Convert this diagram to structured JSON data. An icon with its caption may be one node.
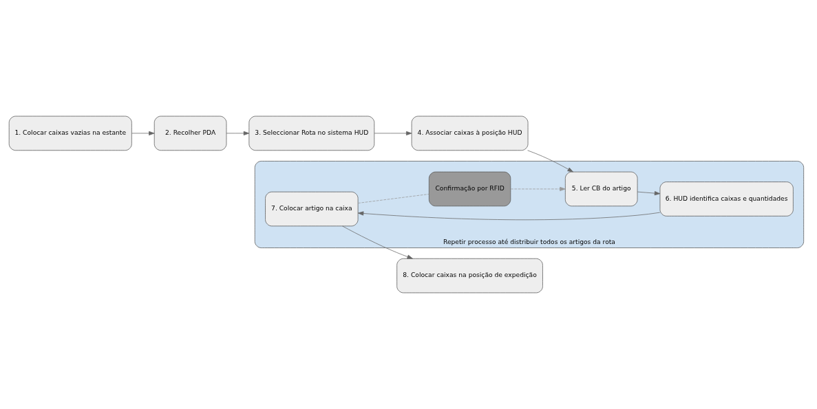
{
  "diagram": {
    "nodes": [
      {
        "text": [
          "1. Colocar caixas vazias na estante"
        ]
      },
      {
        "text": [
          "2. Recolher PDA"
        ]
      },
      {
        "text": [
          "3. Seleccionar Rota no sistema HUD"
        ]
      },
      {
        "text": [
          "4. Associar caixas à posição HUD"
        ]
      },
      {
        "text": [
          "8. Colocar caixas na posição de expedição"
        ]
      },
      {
        "text": [
          "Repetir processo até distribuir todos os artigos da rota"
        ]
      },
      {
        "text": [
          "7. Colocar artigo na caixa"
        ],
        "in": 5
      },
      {
        "text": [
          "6. HUD identifica caixas e quantidades"
        ],
        "in": 5
      },
      {
        "text": [
          "5. Ler CB do artigo"
        ],
        "in": 5
      },
      {
        "text": [
          "Confirmação por RFID"
        ],
        "in": 5
      }
    ],
    "edges": [
      {
        "from": 0,
        "to": 1,
        "arrow": "to"
      },
      {
        "from": 1,
        "to": 2,
        "arrow": "to"
      },
      {
        "from": 2,
        "to": 3,
        "arrow": "to"
      },
      {
        "from": 3,
        "to": 8,
        "arrow": "to"
      },
      {
        "from": 8,
        "to": 7,
        "arrow": "to"
      },
      {
        "from": 7,
        "to": 6,
        "arrow": "to"
      },
      {
        "from": 6,
        "to": 4,
        "arrow": "to"
      },
      {
        "from": 6,
        "to": 9,
        "arrow": "none",
        "style": "dashed",
        "color": "#999999"
      },
      {
        "from": 9,
        "to": 8,
        "arrow": "to",
        "style": "dashed",
        "color": "#999999"
      }
    ]
  }
}
